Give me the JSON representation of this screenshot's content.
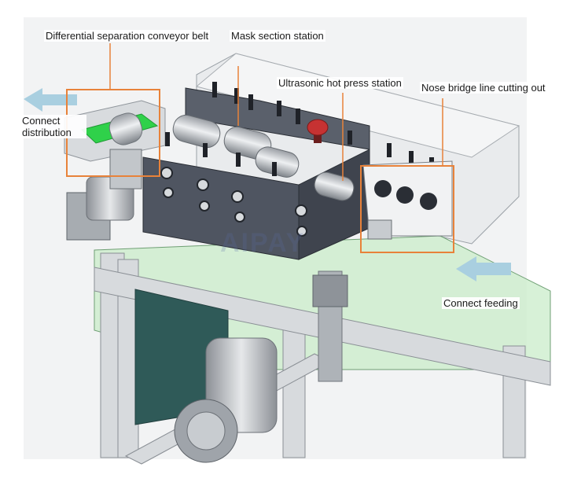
{
  "labels": {
    "differential": "Differential separation conveyor belt",
    "mask_section": "Mask section station",
    "ultrasonic": "Ultrasonic hot press station",
    "nose_bridge": "Nose bridge line cutting out",
    "connect_distribution": "Connect distribution",
    "connect_feeding": "Connect feeding"
  },
  "watermark": "AIPAY",
  "colors": {
    "callout_orange": "#e8823a",
    "arrow_blue": "#a9cfe0",
    "belt_green": "#2fd14a",
    "glass_green": "#c9ecc9",
    "machine_dark": "#4f5561"
  }
}
